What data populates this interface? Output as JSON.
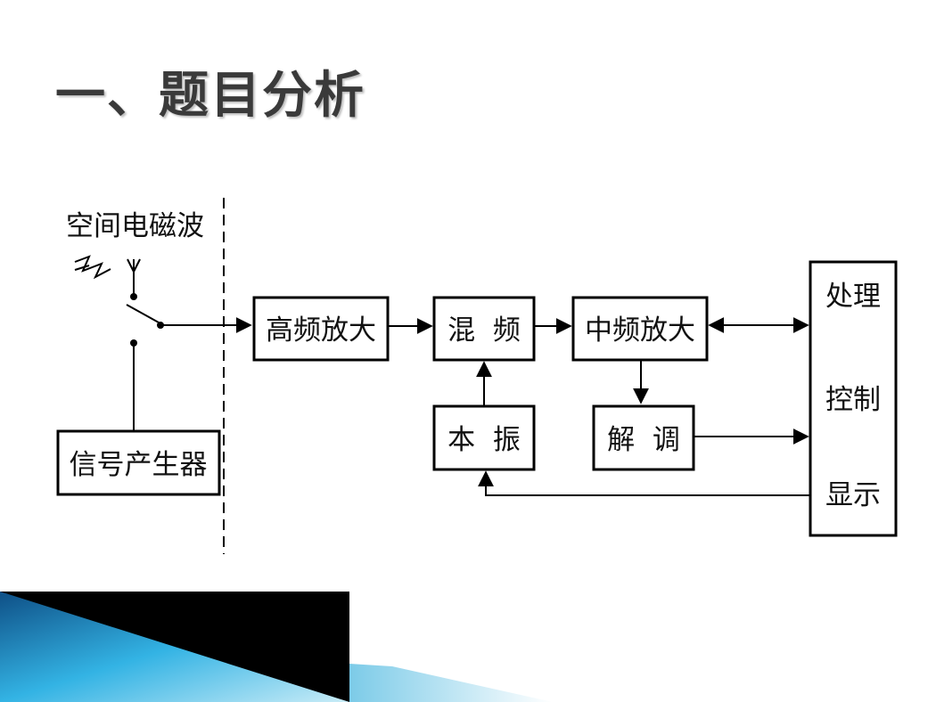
{
  "slide": {
    "title": "一、题目分析"
  },
  "diagram": {
    "em_wave_label": "空间电磁波",
    "signal_generator": "信号产生器",
    "rf_amp": "高频放大",
    "mixer": "混  频",
    "if_amp": "中频放大",
    "local_osc": "本  振",
    "demodulator": "解  调",
    "processor": {
      "line1": "处理",
      "line2": "控制",
      "line3": "显示"
    }
  },
  "colors": {
    "title": "#3a3a3a",
    "line": "#000000",
    "banner": "#000000",
    "wave": "#1a9fd0"
  }
}
